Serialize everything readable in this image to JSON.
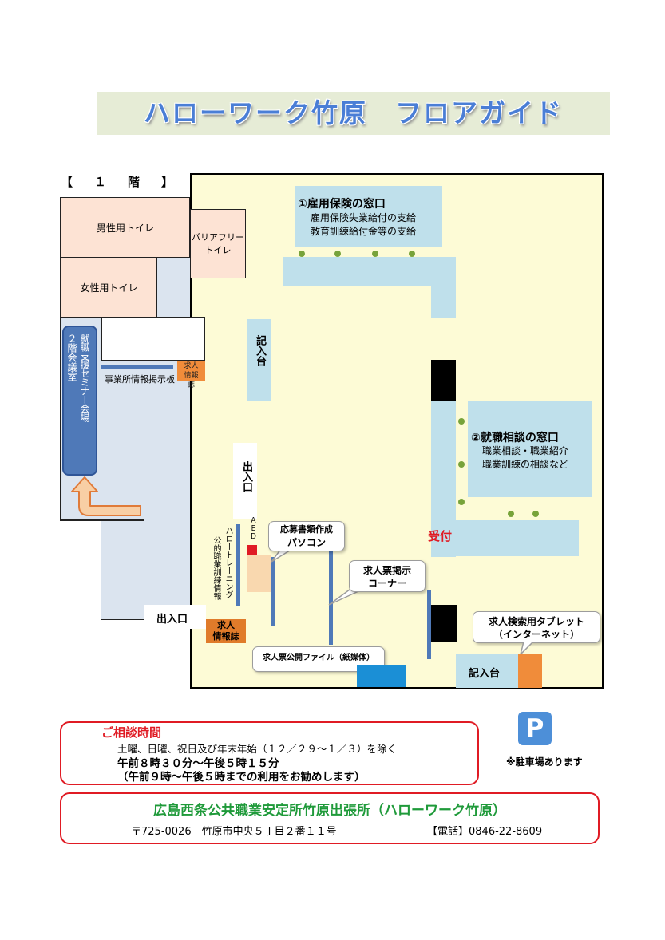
{
  "title": "ハローワーク竹原　フロアガイド",
  "floor_label": "【　１　階　】",
  "rooms": {
    "mens_toilet": "男性用トイレ",
    "womens_toilet": "女性用トイレ",
    "barrier_free_toilet_line1": "バリアフリー",
    "barrier_free_toilet_line2": "トイレ",
    "seminar_room": "２階会議室",
    "seminar_room_sub": "就職支援セミナー会場",
    "business_board": "事業所情報掲示板",
    "job_info_small": "求人情報誌",
    "writing_desk_vertical": "記入台",
    "entrance_side": "出入口",
    "entrance_bottom": "出入口",
    "job_info_bottom_line1": "求人",
    "job_info_bottom_line2": "情報誌",
    "aed": "ＡＥＤ",
    "hello_training": "ハロートレーニング",
    "public_training_info": "公的職業訓練情報",
    "writing_desk_bottom": "記入台"
  },
  "counters": {
    "counter1_title": "①雇用保険の窓口",
    "counter1_line1": "雇用保険失業給付の支給",
    "counter1_line2": "教育訓練給付金等の支給",
    "counter2_title": "②就職相談の窓口",
    "counter2_line1": "職業相談・職業紹介",
    "counter2_line2": "職業訓練の相談など",
    "reception": "受付"
  },
  "callouts": {
    "pc_line1": "応募書類作成",
    "pc_line2": "パソコン",
    "board_line1": "求人票掲示",
    "board_line2": "コーナー",
    "tablet_line1": "求人検索用タブレット",
    "tablet_line2": "（インターネット）",
    "file": "求人票公開ファイル（紙媒体）"
  },
  "hours": {
    "heading": "ご相談時間",
    "closed": "土曜、日曜、祝日及び年末年始（１２／２９～１／３）を除く",
    "time": "午前８時３０分～午後５時１５分",
    "recommend": "（午前９時～午後５時までの利用をお勧めします）"
  },
  "parking": {
    "icon_letter": "P",
    "note": "※駐車場あります"
  },
  "office": {
    "name": "広島西条公共職業安定所竹原出張所（ハローワーク竹原）",
    "address": "〒725-0026　竹原市中央５丁目２番１１号",
    "phone": "【電話】0846-22-8609"
  },
  "colors": {
    "title_text": "#4a7ed6",
    "hall_fill": "#fdfbd6",
    "corridor": "#dbe4ef",
    "counter_fill": "#bfe0eb",
    "seminar_fill": "#4f79b8",
    "arrow_fill": "#f8cfa5",
    "orange_box": "#f08c3a",
    "box_border_red": "#e01b24",
    "office_name": "#1f9a3a",
    "hours_heading": "#e01b24",
    "parking_blue": "#4d8fd8"
  }
}
